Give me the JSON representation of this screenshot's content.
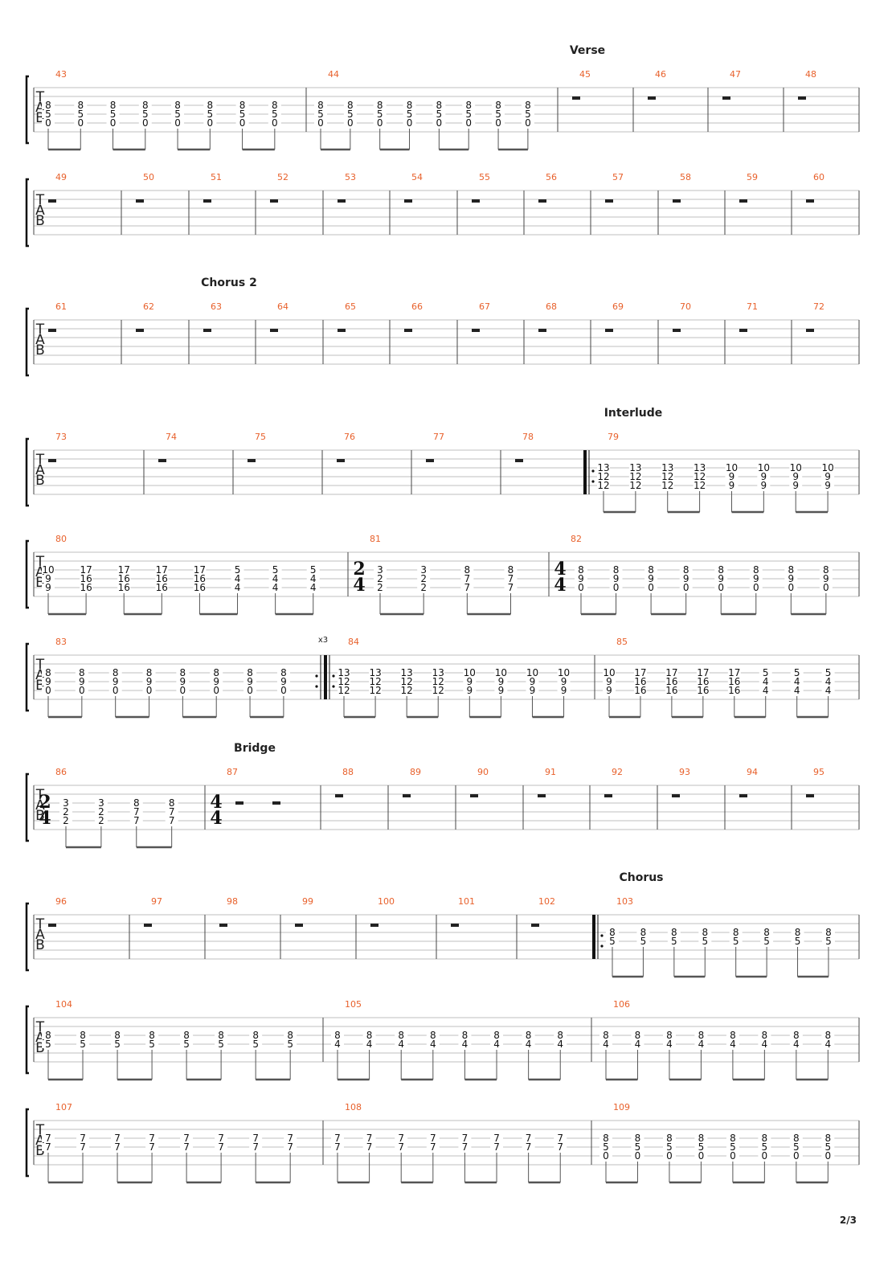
{
  "page": {
    "number": "2/3"
  },
  "tab_clef": [
    "T",
    "A",
    "B"
  ],
  "icons": [
    "whole-rest-icon",
    "repeat-start-icon",
    "repeat-end-icon",
    "time-signature-icon",
    "beam-icon",
    "brace-icon"
  ],
  "systems": [
    {
      "section": {
        "label": "Verse"
      },
      "measures": [
        {
          "number": "43",
          "chords": [
            [
              "8",
              "5",
              "0"
            ],
            [
              "8",
              "5",
              "0"
            ],
            [
              "8",
              "5",
              "0"
            ],
            [
              "8",
              "5",
              "0"
            ],
            [
              "8",
              "5",
              "0"
            ],
            [
              "8",
              "5",
              "0"
            ],
            [
              "8",
              "5",
              "0"
            ],
            [
              "8",
              "5",
              "0"
            ]
          ]
        },
        {
          "number": "44",
          "chords": [
            [
              "8",
              "5",
              "0"
            ],
            [
              "8",
              "5",
              "0"
            ],
            [
              "8",
              "5",
              "0"
            ],
            [
              "8",
              "5",
              "0"
            ],
            [
              "8",
              "5",
              "0"
            ],
            [
              "8",
              "5",
              "0"
            ],
            [
              "8",
              "5",
              "0"
            ],
            [
              "8",
              "5",
              "0"
            ]
          ]
        },
        {
          "number": "45",
          "rest": true,
          "section": "Verse"
        },
        {
          "number": "46",
          "rest": true
        },
        {
          "number": "47",
          "rest": true
        },
        {
          "number": "48",
          "rest": true
        }
      ]
    },
    {
      "measures": [
        {
          "number": "49",
          "rest": true
        },
        {
          "number": "50",
          "rest": true
        },
        {
          "number": "51",
          "rest": true
        },
        {
          "number": "52",
          "rest": true
        },
        {
          "number": "53",
          "rest": true
        },
        {
          "number": "54",
          "rest": true
        },
        {
          "number": "55",
          "rest": true
        },
        {
          "number": "56",
          "rest": true
        },
        {
          "number": "57",
          "rest": true
        },
        {
          "number": "58",
          "rest": true
        },
        {
          "number": "59",
          "rest": true
        },
        {
          "number": "60",
          "rest": true
        }
      ]
    },
    {
      "section": {
        "label": "Chorus 2"
      },
      "measures": [
        {
          "number": "61",
          "rest": true
        },
        {
          "number": "62",
          "rest": true
        },
        {
          "number": "63",
          "rest": true
        },
        {
          "number": "64",
          "rest": true
        },
        {
          "number": "65",
          "rest": true
        },
        {
          "number": "66",
          "rest": true
        },
        {
          "number": "67",
          "rest": true
        },
        {
          "number": "68",
          "rest": true
        },
        {
          "number": "69",
          "rest": true
        },
        {
          "number": "70",
          "rest": true
        },
        {
          "number": "71",
          "rest": true
        },
        {
          "number": "72",
          "rest": true
        }
      ]
    },
    {
      "section": {
        "label": "Interlude"
      },
      "measures": [
        {
          "number": "73",
          "rest": true
        },
        {
          "number": "74",
          "rest": true
        },
        {
          "number": "75",
          "rest": true
        },
        {
          "number": "76",
          "rest": true
        },
        {
          "number": "77",
          "rest": true
        },
        {
          "number": "78",
          "rest": true
        },
        {
          "number": "79",
          "repeat_start": true,
          "chords": [
            [
              "13",
              "12",
              "12"
            ],
            [
              "13",
              "12",
              "12"
            ],
            [
              "13",
              "12",
              "12"
            ],
            [
              "13",
              "12",
              "12"
            ],
            [
              "10",
              "9",
              "9"
            ],
            [
              "10",
              "9",
              "9"
            ],
            [
              "10",
              "9",
              "9"
            ],
            [
              "10",
              "9",
              "9"
            ]
          ]
        }
      ]
    },
    {
      "measures": [
        {
          "number": "80",
          "chords": [
            [
              "10",
              "9",
              "9"
            ],
            [
              "17",
              "16",
              "16"
            ],
            [
              "17",
              "16",
              "16"
            ],
            [
              "17",
              "16",
              "16"
            ],
            [
              "17",
              "16",
              "16"
            ],
            [
              "5",
              "4",
              "4"
            ],
            [
              "5",
              "4",
              "4"
            ],
            [
              "5",
              "4",
              "4"
            ]
          ]
        },
        {
          "number": "81",
          "time_sig": [
            "2",
            "4"
          ],
          "chords": [
            [
              "3",
              "2",
              "2"
            ],
            [
              "3",
              "2",
              "2"
            ],
            [
              "8",
              "7",
              "7"
            ],
            [
              "8",
              "7",
              "7"
            ]
          ]
        },
        {
          "number": "82",
          "time_sig": [
            "4",
            "4"
          ],
          "chords": [
            [
              "8",
              "9",
              "0"
            ],
            [
              "8",
              "9",
              "0"
            ],
            [
              "8",
              "9",
              "0"
            ],
            [
              "8",
              "9",
              "0"
            ],
            [
              "8",
              "9",
              "0"
            ],
            [
              "8",
              "9",
              "0"
            ],
            [
              "8",
              "9",
              "0"
            ],
            [
              "8",
              "9",
              "0"
            ]
          ]
        }
      ]
    },
    {
      "measures": [
        {
          "number": "83",
          "repeat_end": true,
          "repeat_count": "x3",
          "chords": [
            [
              "8",
              "9",
              "0"
            ],
            [
              "8",
              "9",
              "0"
            ],
            [
              "8",
              "9",
              "0"
            ],
            [
              "8",
              "9",
              "0"
            ],
            [
              "8",
              "9",
              "0"
            ],
            [
              "8",
              "9",
              "0"
            ],
            [
              "8",
              "9",
              "0"
            ],
            [
              "8",
              "9",
              "0"
            ]
          ]
        },
        {
          "number": "84",
          "repeat_start": true,
          "chords": [
            [
              "13",
              "12",
              "12"
            ],
            [
              "13",
              "12",
              "12"
            ],
            [
              "13",
              "12",
              "12"
            ],
            [
              "13",
              "12",
              "12"
            ],
            [
              "10",
              "9",
              "9"
            ],
            [
              "10",
              "9",
              "9"
            ],
            [
              "10",
              "9",
              "9"
            ],
            [
              "10",
              "9",
              "9"
            ]
          ]
        },
        {
          "number": "85",
          "chords": [
            [
              "10",
              "9",
              "9"
            ],
            [
              "17",
              "16",
              "16"
            ],
            [
              "17",
              "16",
              "16"
            ],
            [
              "17",
              "16",
              "16"
            ],
            [
              "17",
              "16",
              "16"
            ],
            [
              "5",
              "4",
              "4"
            ],
            [
              "5",
              "4",
              "4"
            ],
            [
              "5",
              "4",
              "4"
            ]
          ]
        }
      ]
    },
    {
      "section": {
        "label": "Bridge"
      },
      "measures": [
        {
          "number": "86",
          "time_sig": [
            "2",
            "4"
          ],
          "chords": [
            [
              "3",
              "2",
              "2"
            ],
            [
              "3",
              "2",
              "2"
            ],
            [
              "8",
              "7",
              "7"
            ],
            [
              "8",
              "7",
              "7"
            ]
          ]
        },
        {
          "number": "87",
          "time_sig": [
            "4",
            "4"
          ],
          "rests": 2,
          "section": "Bridge"
        },
        {
          "number": "88",
          "rest": true
        },
        {
          "number": "89",
          "rest": true
        },
        {
          "number": "90",
          "rest": true
        },
        {
          "number": "91",
          "rest": true
        },
        {
          "number": "92",
          "rest": true
        },
        {
          "number": "93",
          "rest": true
        },
        {
          "number": "94",
          "rest": true
        },
        {
          "number": "95",
          "rest": true
        }
      ]
    },
    {
      "section": {
        "label": "Chorus"
      },
      "measures": [
        {
          "number": "96",
          "rest": true
        },
        {
          "number": "97",
          "rest": true
        },
        {
          "number": "98",
          "rest": true
        },
        {
          "number": "99",
          "rest": true
        },
        {
          "number": "100",
          "rest": true
        },
        {
          "number": "101",
          "rest": true
        },
        {
          "number": "102",
          "rest": true
        },
        {
          "number": "103",
          "repeat_start": true,
          "chords": [
            [
              "8",
              "5"
            ],
            [
              "8",
              "5"
            ],
            [
              "8",
              "5"
            ],
            [
              "8",
              "5"
            ],
            [
              "8",
              "5"
            ],
            [
              "8",
              "5"
            ],
            [
              "8",
              "5"
            ],
            [
              "8",
              "5"
            ]
          ]
        }
      ]
    },
    {
      "measures": [
        {
          "number": "104",
          "chords": [
            [
              "8",
              "5"
            ],
            [
              "8",
              "5"
            ],
            [
              "8",
              "5"
            ],
            [
              "8",
              "5"
            ],
            [
              "8",
              "5"
            ],
            [
              "8",
              "5"
            ],
            [
              "8",
              "5"
            ],
            [
              "8",
              "5"
            ]
          ]
        },
        {
          "number": "105",
          "chords": [
            [
              "8",
              "4"
            ],
            [
              "8",
              "4"
            ],
            [
              "8",
              "4"
            ],
            [
              "8",
              "4"
            ],
            [
              "8",
              "4"
            ],
            [
              "8",
              "4"
            ],
            [
              "8",
              "4"
            ],
            [
              "8",
              "4"
            ]
          ]
        },
        {
          "number": "106",
          "chords": [
            [
              "8",
              "4"
            ],
            [
              "8",
              "4"
            ],
            [
              "8",
              "4"
            ],
            [
              "8",
              "4"
            ],
            [
              "8",
              "4"
            ],
            [
              "8",
              "4"
            ],
            [
              "8",
              "4"
            ],
            [
              "8",
              "4"
            ]
          ]
        }
      ]
    },
    {
      "measures": [
        {
          "number": "107",
          "chords": [
            [
              "7",
              "7"
            ],
            [
              "7",
              "7"
            ],
            [
              "7",
              "7"
            ],
            [
              "7",
              "7"
            ],
            [
              "7",
              "7"
            ],
            [
              "7",
              "7"
            ],
            [
              "7",
              "7"
            ],
            [
              "7",
              "7"
            ]
          ]
        },
        {
          "number": "108",
          "chords": [
            [
              "7",
              "7"
            ],
            [
              "7",
              "7"
            ],
            [
              "7",
              "7"
            ],
            [
              "7",
              "7"
            ],
            [
              "7",
              "7"
            ],
            [
              "7",
              "7"
            ],
            [
              "7",
              "7"
            ],
            [
              "7",
              "7"
            ]
          ]
        },
        {
          "number": "109",
          "chords": [
            [
              "8",
              "5",
              "0"
            ],
            [
              "8",
              "5",
              "0"
            ],
            [
              "8",
              "5",
              "0"
            ],
            [
              "8",
              "5",
              "0"
            ],
            [
              "8",
              "5",
              "0"
            ],
            [
              "8",
              "5",
              "0"
            ],
            [
              "8",
              "5",
              "0"
            ],
            [
              "8",
              "5",
              "0"
            ]
          ]
        }
      ]
    }
  ]
}
